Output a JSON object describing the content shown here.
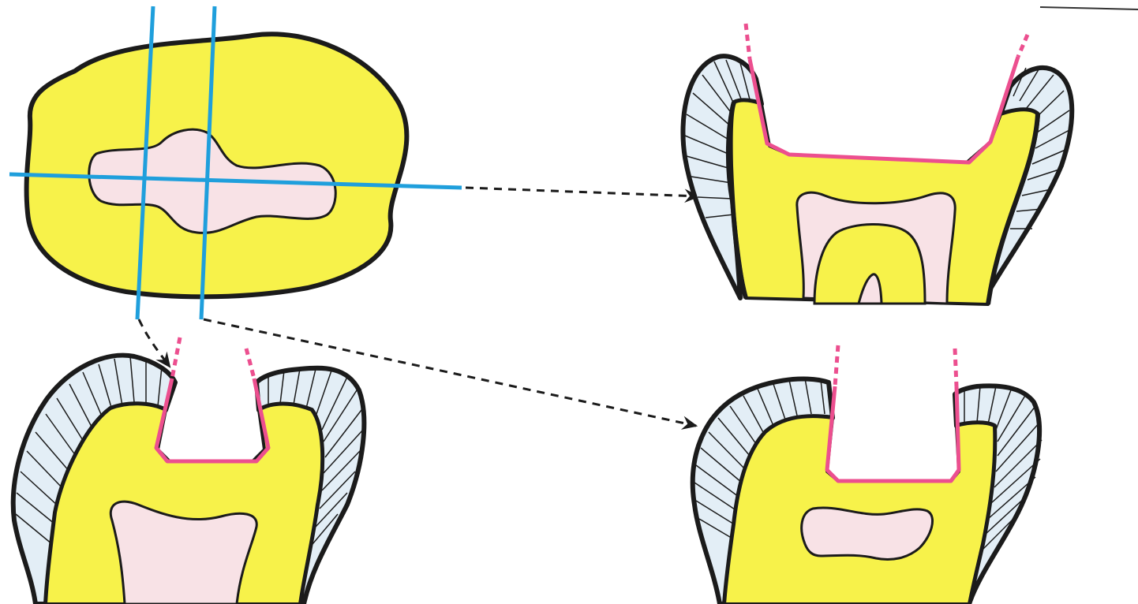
{
  "figure": {
    "description_visible_text": "",
    "colors": {
      "dentin": "#f7f24a",
      "pulp": "#f8e2e6",
      "enamel": "#e3eef6",
      "outline": "#1b1b1b",
      "section_line": "#1f9fdc",
      "cavity_wall": "#ec4f8f",
      "arrow": "#1b1b1b",
      "background": "#ffffff"
    },
    "panels": [
      {
        "id": "occlusal-view",
        "section_lines": 3
      },
      {
        "id": "section-mesiodistal"
      },
      {
        "id": "section-buccolingual-narrow"
      },
      {
        "id": "section-buccolingual-wide"
      }
    ],
    "arrows": 3
  }
}
